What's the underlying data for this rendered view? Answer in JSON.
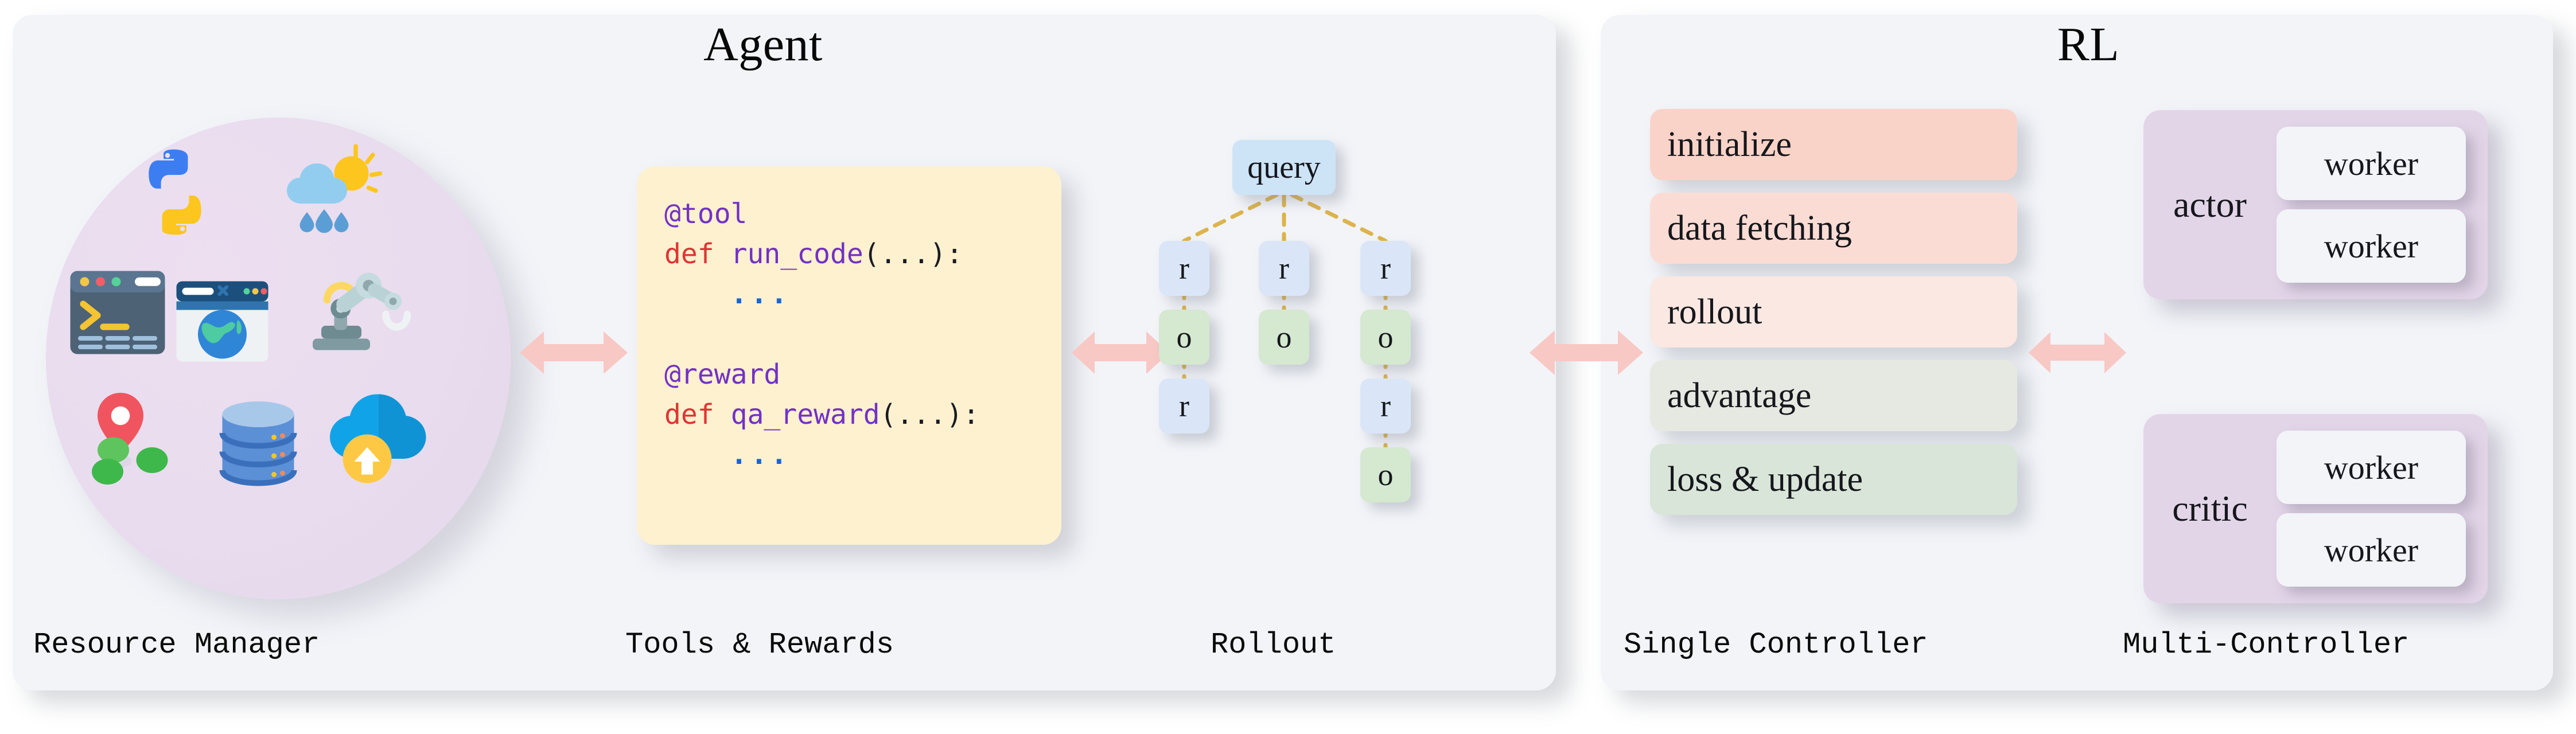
{
  "panels": {
    "agent": {
      "title": "Agent"
    },
    "rl": {
      "title": "RL"
    }
  },
  "footer_labels": {
    "resource_manager": "Resource Manager",
    "tools_rewards": "Tools & Rewards",
    "rollout": "Rollout",
    "single_controller": "Single Controller",
    "multi_controller": "Multi-Controller"
  },
  "resource_manager": {
    "icons": [
      {
        "name": "python-icon",
        "label": "Python"
      },
      {
        "name": "weather-cloud-sun-rain-icon",
        "label": "Weather"
      },
      {
        "name": "terminal-icon",
        "label": "Terminal"
      },
      {
        "name": "browser-globe-icon",
        "label": "Web Browser"
      },
      {
        "name": "robot-arm-icon",
        "label": "Robot Arm"
      },
      {
        "name": "map-location-graph-icon",
        "label": "Location Graph"
      },
      {
        "name": "database-icon",
        "label": "Database"
      },
      {
        "name": "cloud-upload-icon",
        "label": "Cloud Upload"
      }
    ]
  },
  "code_card": {
    "lines": [
      {
        "decorator": "@tool"
      },
      {
        "keyword": "def",
        "func": "run_code",
        "args": "(...):"
      },
      {
        "dots": "..."
      },
      {
        "blank": ""
      },
      {
        "decorator": "@reward"
      },
      {
        "keyword": "def",
        "func": "qa_reward",
        "args": "(...):"
      },
      {
        "dots": "..."
      }
    ]
  },
  "rollout": {
    "query_label": "query",
    "branches": [
      {
        "nodes": [
          "r",
          "o",
          "r"
        ]
      },
      {
        "nodes": [
          "r",
          "o"
        ]
      },
      {
        "nodes": [
          "r",
          "o",
          "r",
          "o"
        ]
      }
    ]
  },
  "single_controller": {
    "steps": [
      {
        "label": "initialize",
        "color": "#fad3c8"
      },
      {
        "label": "data fetching",
        "color": "#fbdcd4"
      },
      {
        "label": "rollout",
        "color": "#fbe8e2"
      },
      {
        "label": "advantage",
        "color": "#e6e9e2"
      },
      {
        "label": "loss & update",
        "color": "#d9e5d8"
      }
    ]
  },
  "multi_controller": {
    "groups": [
      {
        "label": "actor",
        "workers": [
          "worker",
          "worker"
        ]
      },
      {
        "label": "critic",
        "workers": [
          "worker",
          "worker"
        ]
      }
    ]
  },
  "connectors": {
    "arrows": [
      {
        "name": "arrow-resource-to-tools",
        "type": "double"
      },
      {
        "name": "arrow-tools-to-rollout",
        "type": "double"
      },
      {
        "name": "arrow-rollout-to-rl",
        "type": "double"
      },
      {
        "name": "arrow-single-to-multi",
        "type": "double"
      }
    ]
  },
  "colors": {
    "panel_bg": "#f2f4f8",
    "code_card_bg": "#fdf1cf",
    "bubble_bg": "#e8dcee",
    "arrow": "#f8c8c4",
    "node_r": "#dae6f8",
    "node_o": "#d5e8d0",
    "node_query": "#cde4f7",
    "tree_edge": "#ddb44b",
    "worker_group": "#e3d5e8",
    "worker_box": "#f2f4f8"
  }
}
